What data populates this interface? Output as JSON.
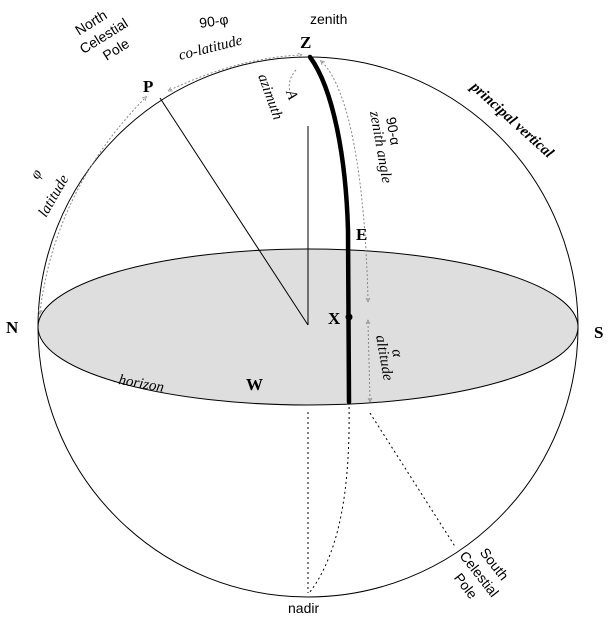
{
  "points": {
    "zenith_letter": "Z",
    "pole_letter": "P",
    "east_letter": "E",
    "star_letter": "X",
    "north_letter": "N",
    "south_letter": "S",
    "west_letter": "W"
  },
  "labels": {
    "zenith": "zenith",
    "nadir": "nadir",
    "horizon": "horizon",
    "north_pole_line1": "North",
    "north_pole_line2": "Celestial",
    "north_pole_line3": "Pole",
    "south_pole_line1": "South",
    "south_pole_line2": "Celestial",
    "south_pole_line3": "Pole",
    "colat_symbol": "90-φ",
    "colat_text": "co-latitude",
    "lat_symbol": "φ",
    "lat_text": "latitude",
    "azimuth_symbol": "A",
    "azimuth_text": "azimuth",
    "zenith_angle_symbol": "90-α",
    "zenith_angle_text": "zenith angle",
    "altitude_symbol": "α",
    "altitude_text": "altitude",
    "principal_vertical": "principal vertical"
  },
  "colors": {
    "line": "#000000",
    "dotted_arc": "#888888",
    "horizon_fill": "#dedede",
    "background": "#ffffff"
  }
}
